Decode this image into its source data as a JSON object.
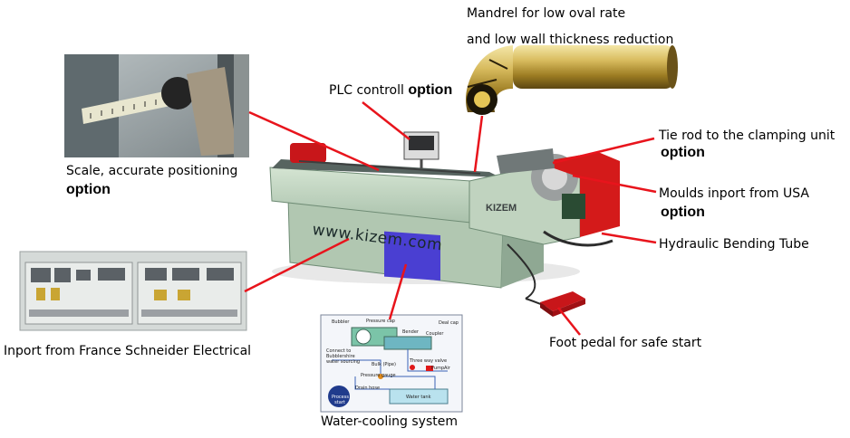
{
  "labels": {
    "mandrel_line1": "Mandrel for low oval rate",
    "mandrel_line2": "and low wall thickness reduction",
    "plc_text": "PLC controll",
    "plc_option": "option",
    "scale_text": "Scale, accurate positioning",
    "scale_option": "option",
    "tierod_text": "Tie rod to the clamping unit",
    "tierod_option": "option",
    "moulds_text": "Moulds inport from USA",
    "moulds_option": "option",
    "hydraulic_text": "Hydraulic Bending Tube",
    "electrical_text": "Inport from France Schneider Electrical",
    "pedal_text": "Foot pedal for safe start",
    "cooling_text": "Water-cooling system"
  },
  "machine": {
    "website": "www.kizem.com",
    "logo": "KIZEM"
  },
  "cooling_diagram": {
    "labels": {
      "bubbler": "Bubbler",
      "pressure_cap": "Pressure cap",
      "bender": "Bender",
      "coupler": "Coupler",
      "dead_cap": "Deal cap",
      "connect": "Connect to",
      "bubbler_water": "Bubblershire",
      "water_source": "water sourcing",
      "bulk": "Bulk (Pipe)",
      "three_way": "Three way valve",
      "pump": "Pump",
      "air": "Air",
      "pressure_gauge": "Pressure gauge",
      "drain_hose": "Drain hose",
      "water_tank": "Water tank",
      "process_start": "Process start"
    }
  },
  "colors": {
    "leader_line": "#e8141c",
    "machine_body": "#b6ccb8",
    "machine_shadow": "#8aa391",
    "panel_blue": "#4a3fd2",
    "mould_red": "#d41a1a",
    "mandrel_gold": "#b89a3a"
  }
}
